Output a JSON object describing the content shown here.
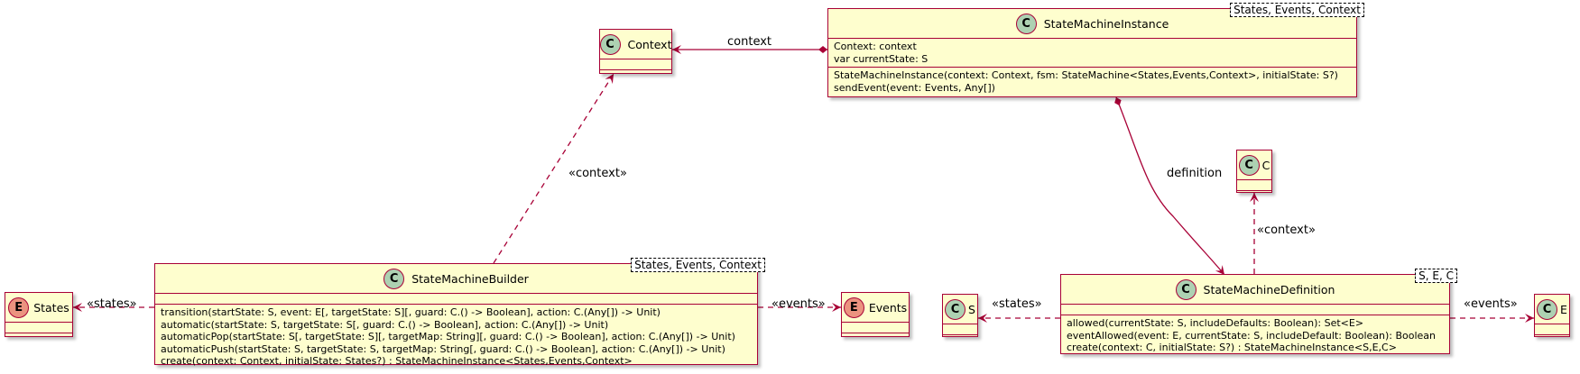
{
  "classes": {
    "context": {
      "name": "Context",
      "badge": "C"
    },
    "instance": {
      "name": "StateMachineInstance",
      "badge": "C",
      "type_params": "States, Events, Context",
      "fields": [
        "Context: context",
        "var currentState: S"
      ],
      "methods": [
        "StateMachineInstance(context: Context, fsm: StateMachine<States,Events,Context>, initialState: S?)",
        "sendEvent(event: Events, Any[])"
      ]
    },
    "c": {
      "name": "C",
      "badge": "C"
    },
    "states": {
      "name": "States",
      "badge": "E"
    },
    "builder": {
      "name": "StateMachineBuilder",
      "badge": "C",
      "type_params": "States, Events, Context",
      "methods": [
        "transition(startState: S, event: E[, targetState: S][, guard: C.() -> Boolean], action: C.(Any[]) -> Unit)",
        "automatic(startState: S, targetState: S[, guard: C.() -> Boolean], action: C.(Any[]) -> Unit)",
        "automaticPop(startState: S[, targetState: S][, targetMap: String][, guard: C.() -> Boolean], action: C.(Any[]) -> Unit)",
        "automaticPush(startState: S, targetState: S, targetMap: String[, guard: C.() -> Boolean], action: C.(Any[]) -> Unit)",
        "create(context: Context, initialState: States?) : StateMachineInstance<States,Events,Context>"
      ]
    },
    "events": {
      "name": "Events",
      "badge": "E"
    },
    "s": {
      "name": "S",
      "badge": "C"
    },
    "definition": {
      "name": "StateMachineDefinition",
      "badge": "C",
      "type_params": "S, E, C",
      "methods": [
        "allowed(currentState: S, includeDefaults: Boolean): Set<E>",
        "eventAllowed(event: E, currentState: S, includeDefault: Boolean): Boolean",
        "create(context: C, initialState: S?) : StateMachineInstance<S,E,C>"
      ]
    },
    "e": {
      "name": "E",
      "badge": "C"
    }
  },
  "labels": {
    "context": "context",
    "builder_context": "«context»",
    "definition": "definition",
    "def_context": "«context»",
    "builder_states": "«states»",
    "builder_events": "«events»",
    "def_states": "«states»",
    "def_events": "«events»"
  },
  "colors": {
    "class_fill": "#FEFECE",
    "class_border": "#A80036",
    "class_badge": "#ADD1B2",
    "enum_badge": "#EB937F"
  }
}
